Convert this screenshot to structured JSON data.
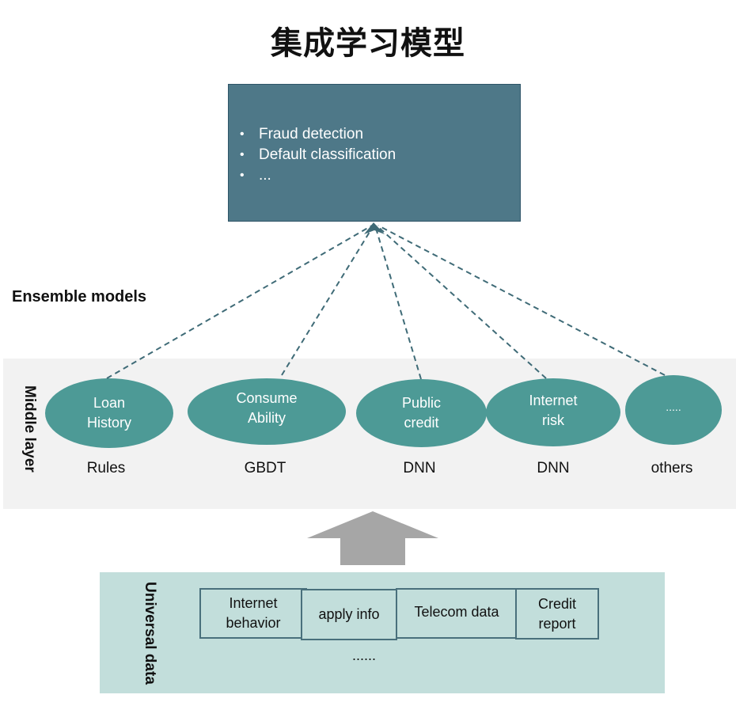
{
  "title": "集成学习模型",
  "output_box": {
    "bullets": [
      "Fraud detection",
      "Default classification",
      "..."
    ]
  },
  "ensemble_label": "Ensemble models",
  "middle_layer": {
    "label": "Middle layer",
    "models": [
      {
        "name_lines": [
          "Loan",
          "History"
        ],
        "method": "Rules"
      },
      {
        "name_lines": [
          "Consume",
          "Ability"
        ],
        "method": "GBDT"
      },
      {
        "name_lines": [
          "Public",
          "credit"
        ],
        "method": "DNN"
      },
      {
        "name_lines": [
          "Internet",
          "risk"
        ],
        "method": "DNN"
      },
      {
        "name_lines": [
          "....."
        ],
        "method": "others"
      }
    ]
  },
  "universal_data": {
    "label": "Universal data",
    "sources": [
      [
        "Internet",
        "behavior"
      ],
      [
        "apply info"
      ],
      [
        "Telecom data"
      ],
      [
        "Credit",
        "report"
      ]
    ],
    "more": "......"
  },
  "colors": {
    "output_box": "#4e7888",
    "ellipse": "#4d9a96",
    "middle_band": "#f2f2f2",
    "universal_band": "#c2dedb",
    "dashed_line": "#3f6b77",
    "up_arrow": "#a6a6a6"
  }
}
